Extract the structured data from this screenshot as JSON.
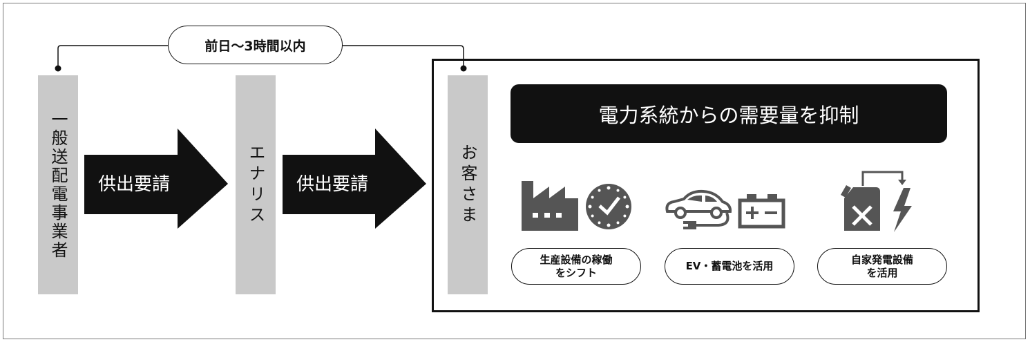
{
  "timeline": {
    "label": "前日～3時間以内"
  },
  "entities": {
    "utility": "一般送配電事業者",
    "enaris": "エナリス",
    "customer": "お客さま"
  },
  "arrows": [
    {
      "label": "供出要請"
    },
    {
      "label": "供出要請"
    }
  ],
  "customer_panel": {
    "title": "電力系統からの需要量を抑制",
    "methods": [
      {
        "line1": "生産設備の稼働",
        "line2": "をシフト",
        "icons": [
          "factory-icon",
          "clock-icon"
        ]
      },
      {
        "line1": "EV・蓄電池を活用",
        "icons": [
          "electric-car-icon",
          "battery-icon"
        ]
      },
      {
        "line1": "自家発電設備",
        "line2": "を活用",
        "icons": [
          "fuel-can-icon",
          "lightning-icon"
        ]
      }
    ]
  },
  "colors": {
    "box_gray": "#c9c9c9",
    "dark": "#111111",
    "icon_gray": "#555555"
  }
}
